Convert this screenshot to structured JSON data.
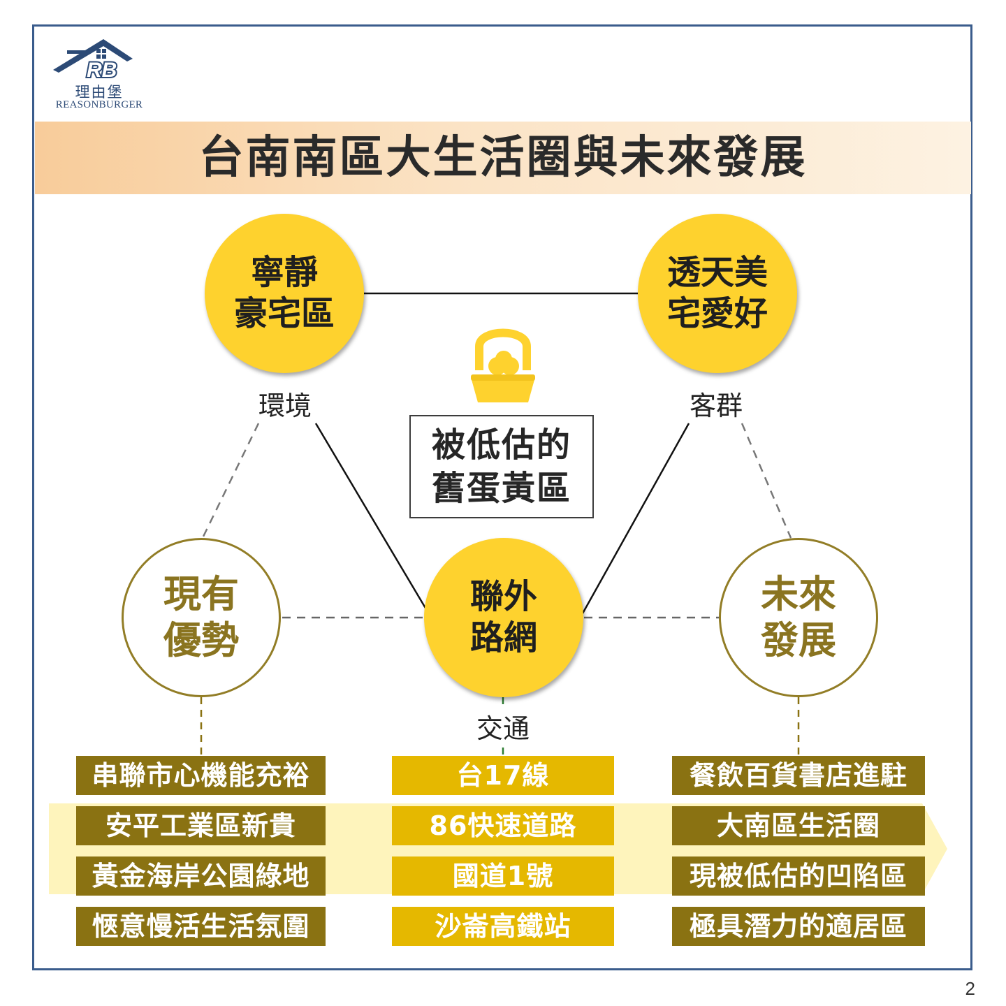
{
  "logo": {
    "mark": "RB",
    "name_cn": "理由堡",
    "name_en": "REASONBURGER"
  },
  "title": "台南南區大生活圈與未來發展",
  "nodes": {
    "top_left": {
      "line1": "寧靜",
      "line2": "豪宅區",
      "label": "環境"
    },
    "top_right": {
      "line1": "透天美",
      "line2": "宅愛好",
      "label": "客群"
    },
    "center": {
      "line1": "聯外",
      "line2": "路網",
      "label": "交通"
    },
    "left": {
      "line1": "現有",
      "line2": "優勢"
    },
    "right": {
      "line1": "未來",
      "line2": "發展"
    }
  },
  "center_box": {
    "line1": "被低估的",
    "line2": "舊蛋黃區"
  },
  "lists": {
    "current_advantages": [
      "串聯市心機能充裕",
      "安平工業區新貴",
      "黃金海岸公園綠地",
      "愜意慢活生活氛圍"
    ],
    "transport": [
      "台17線",
      "86快速道路",
      "國道1號",
      "沙崙高鐵站"
    ],
    "future_development": [
      "餐飲百貨書店進駐",
      "大南區生活圈",
      "現被低估的凹陷區",
      "極具潛力的適居區"
    ]
  },
  "colors": {
    "yellow": "#fed22e",
    "olive": "#8a7212",
    "gold": "#e5b800",
    "frame": "#3a5c8c"
  },
  "page_number": "2"
}
